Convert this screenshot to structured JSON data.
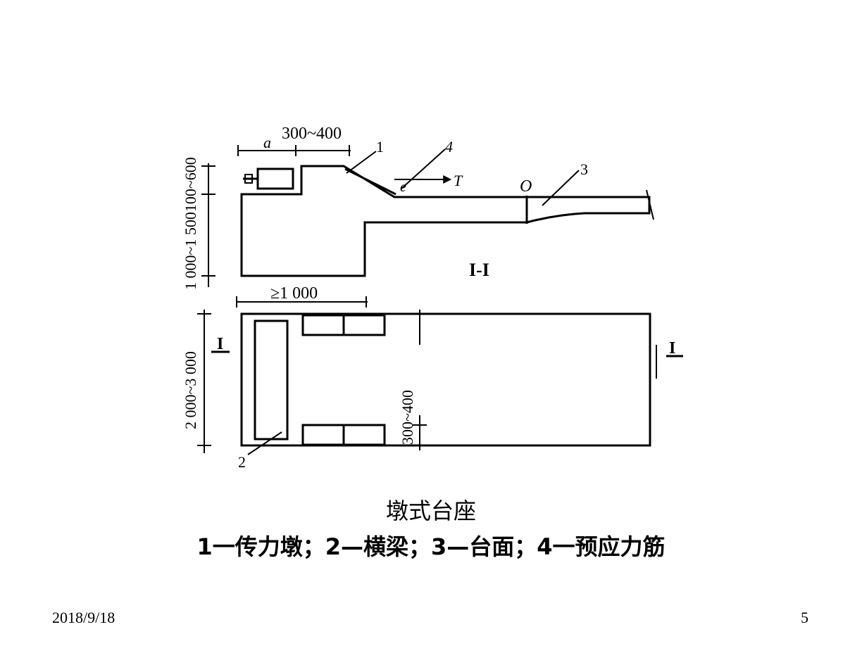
{
  "diagram": {
    "labels": {
      "dim_top_span": "300~400",
      "dim_a": "a",
      "dim_left_vertical": "1 000~1 500100~600",
      "dim_bottom_width": "≥1 000",
      "dim_bottom_left": "2 000~3 000",
      "dim_mid_vertical": "300~400",
      "callout_1": "1",
      "callout_2": "2",
      "callout_3": "3",
      "callout_4": "4",
      "force_T": "T",
      "angle_e": "e",
      "point_O": "O",
      "section_label": "I-I",
      "section_mark_left": "I",
      "section_mark_right": "I"
    }
  },
  "caption": {
    "title": "墩式台座",
    "legend": "1一传力墩；2—横梁；3—台面；4一预应力筋"
  },
  "footer": {
    "date": "2018/9/18",
    "page": "5"
  }
}
